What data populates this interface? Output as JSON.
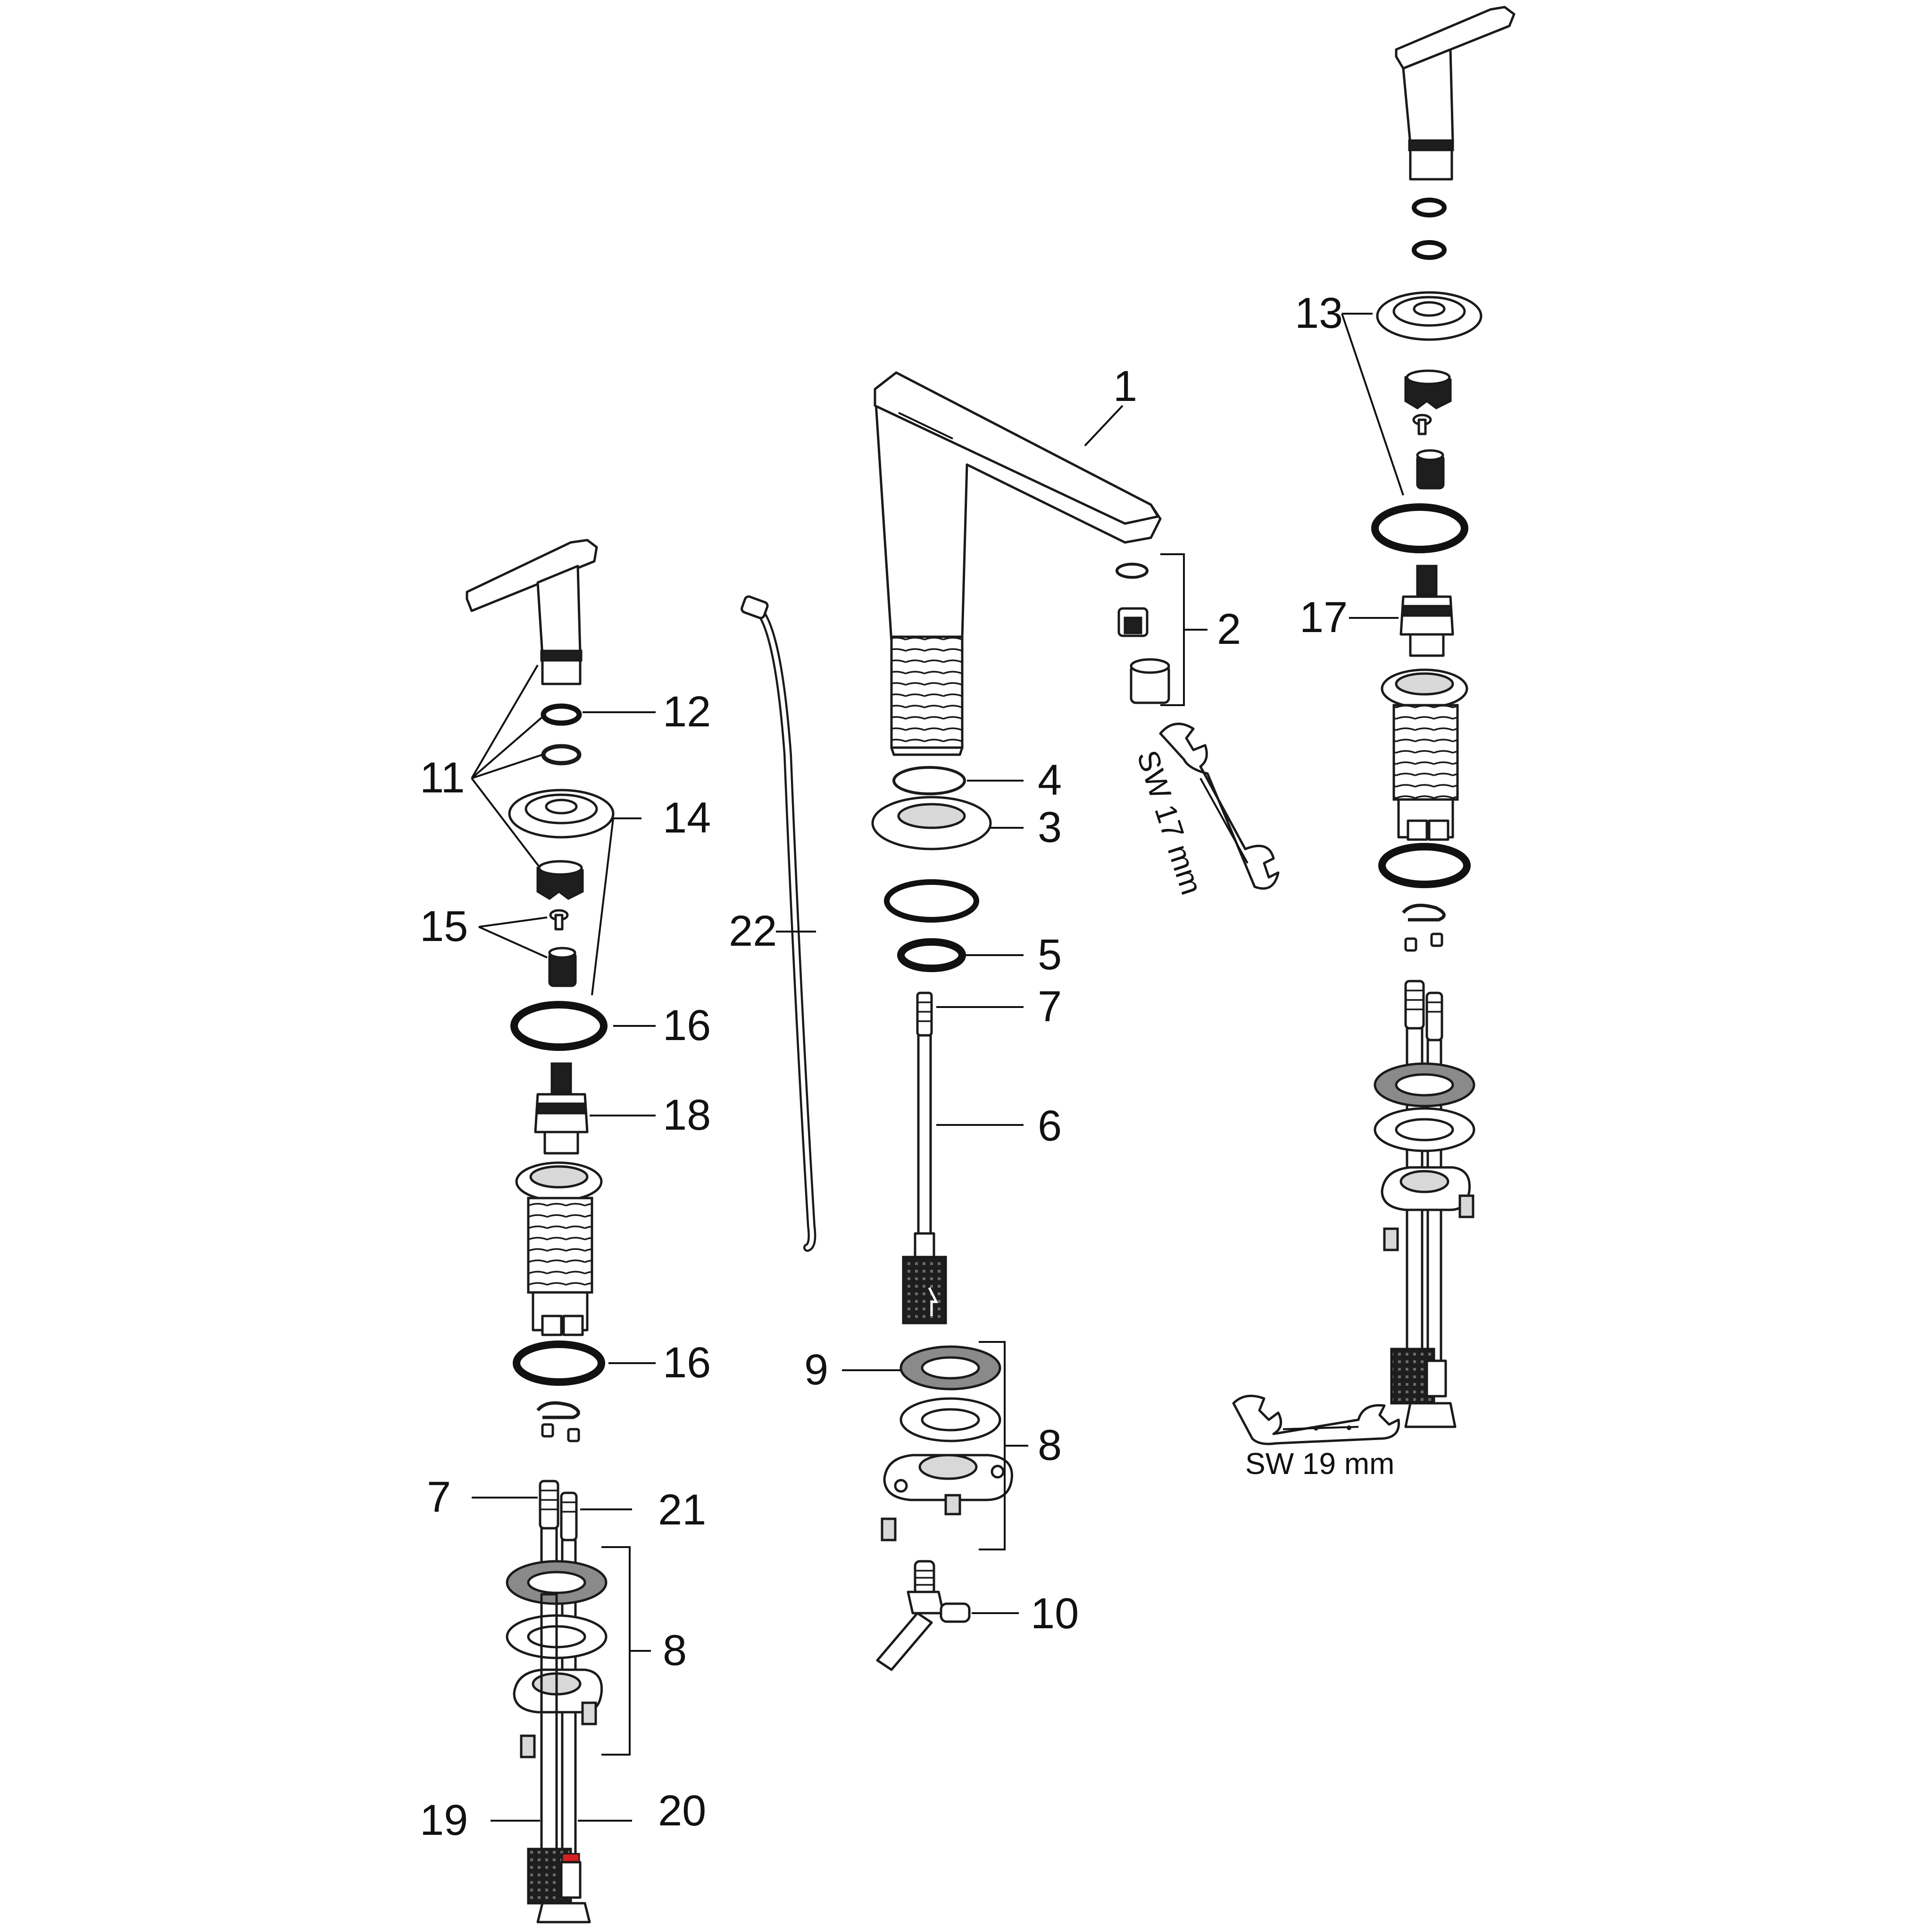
{
  "callouts": {
    "c1": "1",
    "c2": "2",
    "c3": "3",
    "c4": "4",
    "c5": "5",
    "c6": "6",
    "c7a": "7",
    "c7b": "7",
    "c8a": "8",
    "c8b": "8",
    "c9": "9",
    "c10": "10",
    "c11": "11",
    "c12": "12",
    "c13": "13",
    "c14": "14",
    "c15": "15",
    "c16a": "16",
    "c16b": "16",
    "c17": "17",
    "c18": "18",
    "c19": "19",
    "c20": "20",
    "c21": "21",
    "c22": "22"
  },
  "tools": {
    "wrench_17": "SW 17 mm",
    "wrench_19": "SW 19 mm"
  },
  "colors": {
    "line": "#1a1a1a",
    "dark_fill": "#1e1e1e",
    "accent_band": "#d42020"
  }
}
